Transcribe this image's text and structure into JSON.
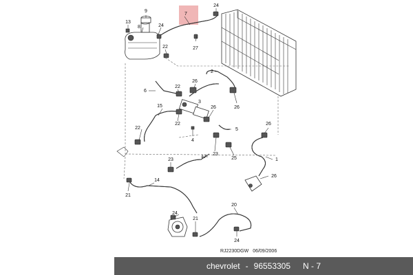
{
  "part_numbers": {
    "p1": "1",
    "p2": "2",
    "p3": "3",
    "p4": "4",
    "p5": "5",
    "p6": "6",
    "p7": "7",
    "p8": "8",
    "p9": "9",
    "p13": "13",
    "p14": "14",
    "p15": "15",
    "p17": "17",
    "p20": "20",
    "p21a": "21",
    "p21b": "21",
    "p22a": "22",
    "p22b": "22",
    "p22c": "22",
    "p22d": "22",
    "p23a": "23",
    "p23b": "23",
    "p24a": "24",
    "p24b": "24",
    "p24c": "24",
    "p24d": "24",
    "p25": "25",
    "p26a": "26",
    "p26b": "26",
    "p26c": "26",
    "p26d": "26",
    "p26e": "26",
    "p27": "27"
  },
  "reference": {
    "code": "RJ2230DGW",
    "date": "06/09/2006"
  },
  "footer": {
    "brand": "chevrolet",
    "sep": "-",
    "part_no": "96553305",
    "callout": "N - 7"
  },
  "colors": {
    "highlight": "#f0b6b6",
    "footer_bg": "#5a5a5a"
  }
}
